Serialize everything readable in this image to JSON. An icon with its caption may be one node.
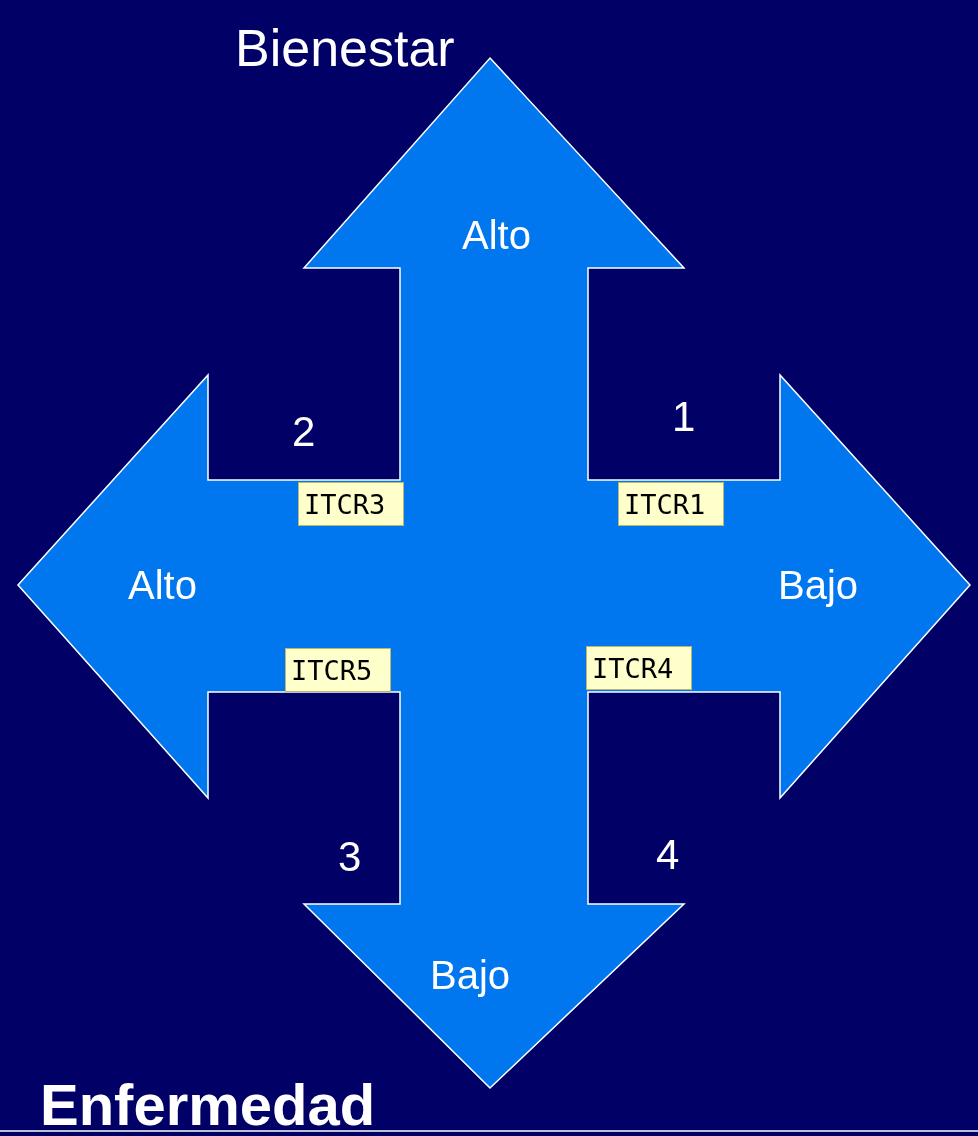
{
  "diagram": {
    "nodes": [
      {
        "text": [
          "Alto",
          "Alto",
          "Bajo",
          "Bajo"
        ]
      },
      {
        "text": [
          "ITCR3"
        ],
        "in": 0
      },
      {
        "text": [
          "ITCR1"
        ],
        "in": 0
      },
      {
        "text": [
          "ITCR5"
        ],
        "in": 0
      },
      {
        "text": [
          "ITCR4"
        ],
        "in": 0
      }
    ],
    "labels": [
      "Bienestar",
      "1",
      "2",
      "3",
      "4",
      "Enfermedad"
    ]
  }
}
